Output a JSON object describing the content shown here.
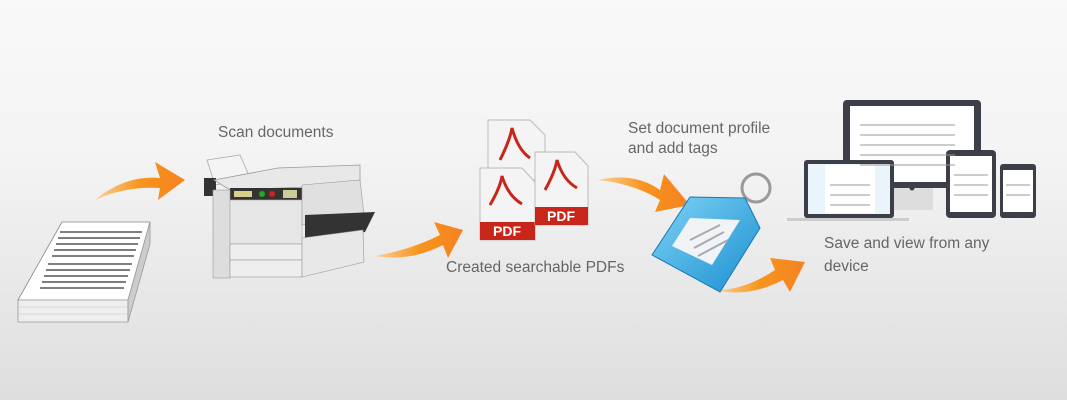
{
  "steps": {
    "scan": {
      "label": "Scan documents"
    },
    "pdf": {
      "label": "Created searchable PDFs",
      "icon_text": "PDF"
    },
    "tag": {
      "line1": "Set document profile",
      "line2": "and add tags"
    },
    "devices": {
      "line1": "Save and view from any",
      "line2": "device"
    }
  },
  "colors": {
    "arrow": "#f7941d",
    "pdf_red": "#c8251b",
    "tag_blue": "#3fb0e6",
    "text": "#666666"
  }
}
